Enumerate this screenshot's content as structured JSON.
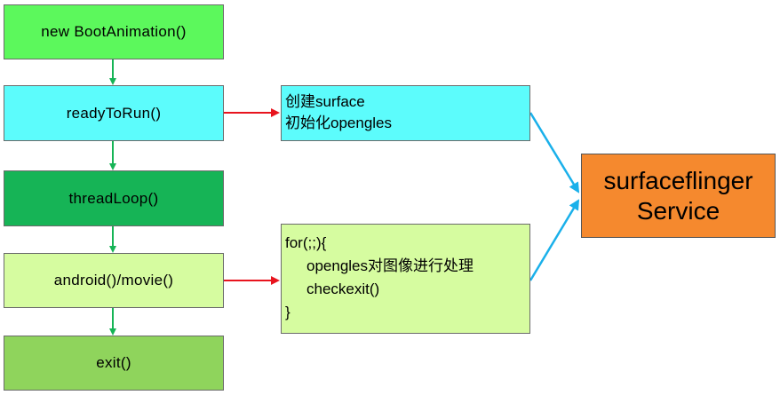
{
  "steps": [
    {
      "label": "new BootAnimation()"
    },
    {
      "label": "readyToRun()"
    },
    {
      "label": "threadLoop()"
    },
    {
      "label": "android()/movie()"
    },
    {
      "label": "exit()"
    }
  ],
  "notes": {
    "surface": {
      "line1": "创建surface",
      "line2": "初始化opengles"
    },
    "loop": {
      "line1": "for(;;){",
      "line2": "opengles对图像进行处理",
      "line3": "checkexit()",
      "line4": "}"
    }
  },
  "service": {
    "line1": "surfaceflinger",
    "line2": "Service"
  },
  "colors": {
    "step_new": "#5cf85c",
    "step_ready": "#5cfcfc",
    "step_thread": "#16b456",
    "step_android": "#d6fca0",
    "step_exit": "#8fd45c",
    "service": "#f5892e",
    "flow_arrow": "#16b456",
    "note_arrow": "#e8141e",
    "service_arrow": "#1ab0ea"
  }
}
